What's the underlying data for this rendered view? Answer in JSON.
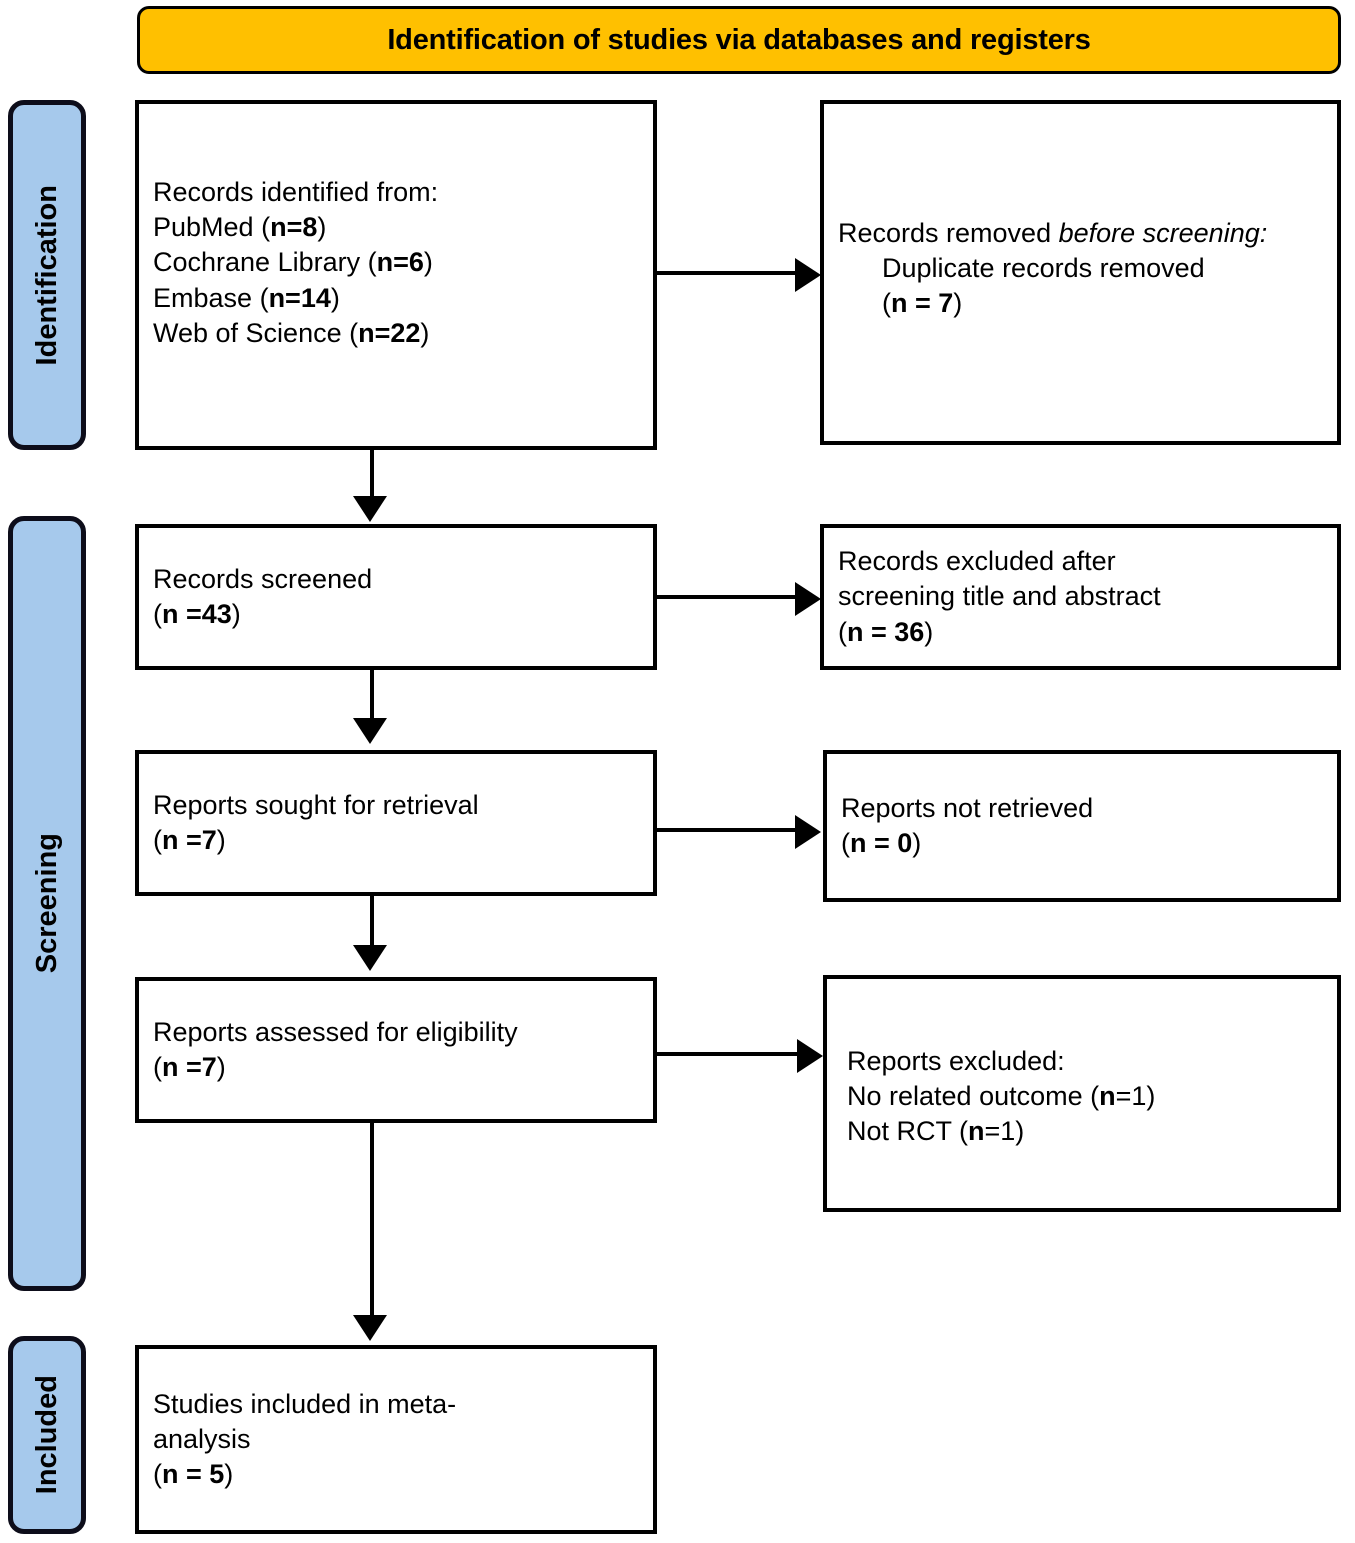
{
  "banner": {
    "title": "Identification of studies via databases and registers"
  },
  "stages": [
    {
      "id": "identification",
      "label": "Identification"
    },
    {
      "id": "screening",
      "label": "Screening"
    },
    {
      "id": "included",
      "label": "Included"
    }
  ],
  "colors": {
    "banner_fill": "#FFC000",
    "stage_fill": "#A6C9EC",
    "border": "#000000",
    "box_fill": "#FFFFFF",
    "text": "#000000"
  },
  "boxes": {
    "identified": {
      "heading": "Records identified from:",
      "sources": [
        {
          "name": "PubMed",
          "n": "8",
          "line": "PubMed (n=8)"
        },
        {
          "name": "Cochrane Library",
          "n": "6",
          "line": "Cochrane Library (n=6)"
        },
        {
          "name": "Embase",
          "n": "14",
          "line": "Embase (n=14)"
        },
        {
          "name": "Web of Science",
          "n": "22",
          "line": "Web of Science (n=22)"
        }
      ]
    },
    "removed": {
      "lead_plain": "Records removed ",
      "lead_italic": "before screening",
      "lead_tail": ":",
      "detail": "Duplicate records removed",
      "count_open": "(",
      "count_n": "n = 7",
      "count_close": ")"
    },
    "screened": {
      "label": "Records screened",
      "count_open": "(",
      "count_n": "n =43",
      "count_close": ")"
    },
    "excluded_screening": {
      "line1": "Records excluded after",
      "line2": "screening title and abstract",
      "count_open": "(",
      "count_n": "n = 36",
      "count_close": ")"
    },
    "sought": {
      "label": "Reports sought for retrieval",
      "count_open": "(",
      "count_n": "n =7",
      "count_close": ")"
    },
    "not_retrieved": {
      "label": "Reports not retrieved",
      "count_open": "(",
      "count_n": "n = 0",
      "count_close": ")"
    },
    "assessed": {
      "label": "Reports assessed for eligibility",
      "count_open": "(",
      "count_n": "n =7",
      "count_close": ")"
    },
    "excluded_reports": {
      "heading": "Reports excluded:",
      "reasons": [
        {
          "text": "No related outcome (",
          "n": "n",
          "tail": "=1)"
        },
        {
          "text": "Not RCT (",
          "n": "n",
          "tail": "=1)"
        }
      ]
    },
    "included": {
      "line1": "Studies included in meta-",
      "line2": "analysis",
      "count_open": "(",
      "count_n": "n = 5",
      "count_close": ")"
    }
  },
  "flow": {
    "arrows": [
      {
        "from": "identified",
        "to": "screened",
        "direction": "down"
      },
      {
        "from": "identified",
        "to": "removed",
        "direction": "right"
      },
      {
        "from": "screened",
        "to": "sought",
        "direction": "down"
      },
      {
        "from": "screened",
        "to": "excluded_screening",
        "direction": "right"
      },
      {
        "from": "sought",
        "to": "assessed",
        "direction": "down"
      },
      {
        "from": "sought",
        "to": "not_retrieved",
        "direction": "right"
      },
      {
        "from": "assessed",
        "to": "included",
        "direction": "down"
      },
      {
        "from": "assessed",
        "to": "excluded_reports",
        "direction": "right"
      }
    ]
  }
}
